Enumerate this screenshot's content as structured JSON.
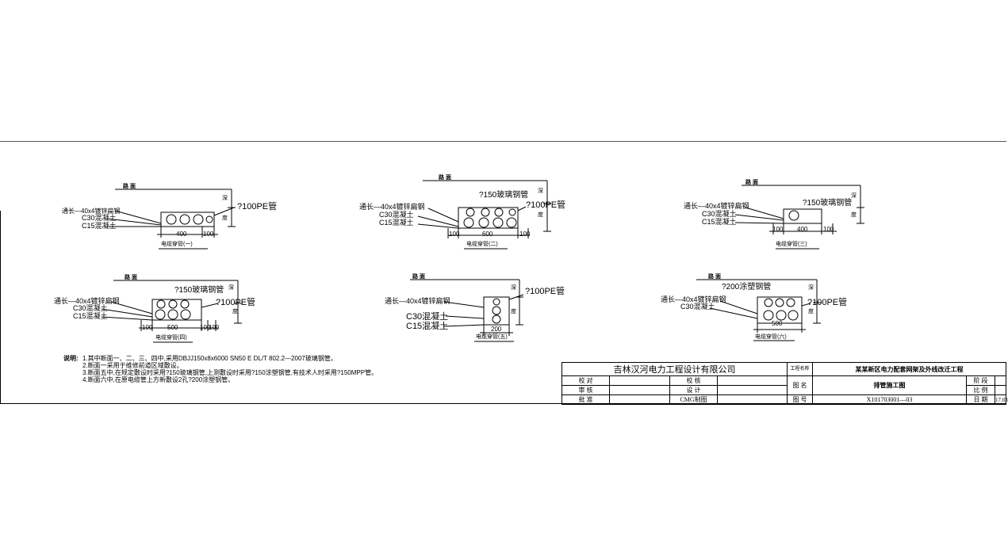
{
  "drawing": {
    "details": [
      {
        "id": "d1",
        "road": "路 面",
        "tube_label": "?100PE管",
        "layers": [
          "通长—40x4镀锌扁钢",
          "C30混凝土",
          "C15混凝土"
        ],
        "dims": [
          "400",
          "100"
        ],
        "caption": "电缆穿管(一)",
        "depth": [
          "深",
          "度"
        ]
      },
      {
        "id": "d2",
        "road": "路 面",
        "tube_label": "?100PE管",
        "extra_label": "?150玻璃钢管",
        "layers": [
          "通长—40x4镀锌扁钢",
          "C30混凝土",
          "C15混凝土"
        ],
        "dims": [
          "100",
          "600",
          "100"
        ],
        "caption": "电缆穿管(二)",
        "depth": [
          "深",
          "度"
        ]
      },
      {
        "id": "d3",
        "road": "路 面",
        "extra_label": "?150玻璃钢管",
        "layers": [
          "通长—40x4镀锌扁钢",
          "C30混凝土",
          "C15混凝土"
        ],
        "dims": [
          "100",
          "400",
          "100"
        ],
        "caption": "电缆穿管(三)",
        "depth": [
          "深",
          "度"
        ]
      },
      {
        "id": "d4",
        "road": "路 面",
        "tube_label": "?100PE管",
        "extra_label": "?150玻璃钢管",
        "layers": [
          "通长—40x4镀锌扁钢",
          "C30混凝土",
          "C15混凝土"
        ],
        "dims": [
          "100",
          "500",
          "100",
          "100"
        ],
        "caption": "电缆穿管(四)",
        "depth": [
          "深",
          "度"
        ]
      },
      {
        "id": "d5",
        "road": "路 面",
        "tube_label": "?100PE管",
        "layers": [
          "通长—40x4镀锌扁钢",
          "C30混凝土",
          "C15混凝土"
        ],
        "dims": [
          "200"
        ],
        "caption": "电缆穿管(五)",
        "depth": [
          "深",
          "度"
        ]
      },
      {
        "id": "d6",
        "road": "路 面",
        "tube_label": "?100PE管",
        "extra_label": "?200涂塑钢管",
        "layers": [
          "通长—40x4镀锌扁钢",
          "C30混凝土"
        ],
        "dims": [
          "500"
        ],
        "caption": "电缆穿管(六)",
        "depth": [
          "深",
          "度"
        ]
      }
    ],
    "notes": {
      "lead": "说明:",
      "lines": [
        "1.其中断面一、二、三、四中,采用DBJJ150x8x6000 SN50 E DL/T 802.2—2007玻璃钢管。",
        "2.断面一采用于维修前道区域敷设。",
        "3.断面五中,在规定敷设时采用?150玻璃钢管,上测敷设时采用?150涂塑钢管,有技术人时采用?150MPP管。",
        "4.断面六中,在原电缆管上方新敷设2孔?200涂塑钢管。"
      ]
    },
    "title_block": {
      "company": "吉林汉河电力工程设计有限公司",
      "proj_label": "工程名称",
      "project": "某某新区电力配套网架及外线改迁工程",
      "row2": [
        "校 对",
        "",
        "校 核",
        "",
        "图 名",
        "排管施工图",
        "阶 段",
        ""
      ],
      "row3": [
        "审 核",
        "",
        "设 计",
        "",
        "",
        "",
        "比 例",
        ""
      ],
      "row4": [
        "批 准",
        "",
        "CMG制图",
        "",
        "图 号",
        "X101703001—03",
        "日 期",
        "17.03"
      ]
    }
  }
}
